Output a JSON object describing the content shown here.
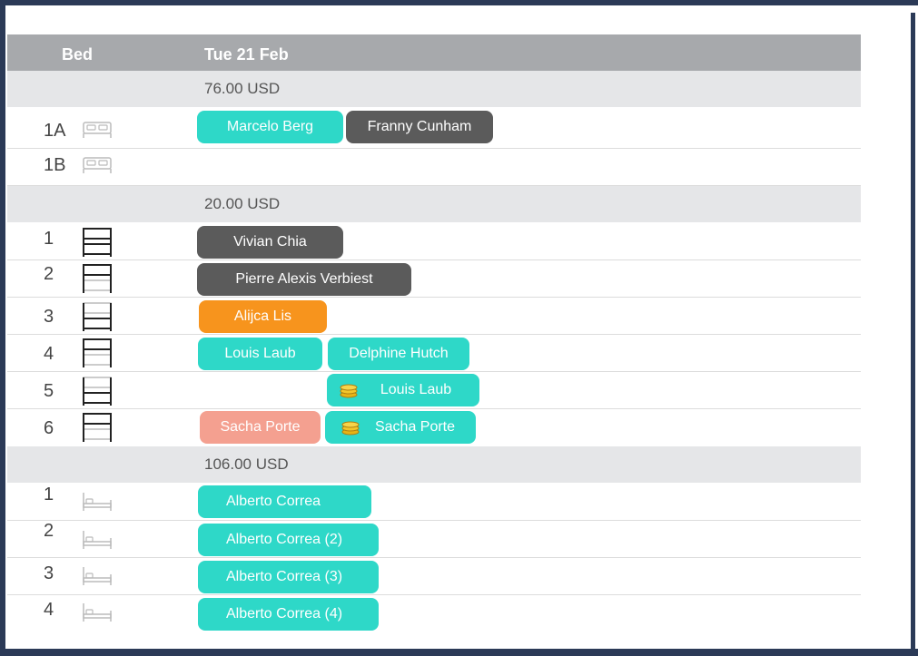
{
  "header": {
    "bed": "Bed",
    "date": "Tue 21 Feb"
  },
  "groups": [
    {
      "price": "76.00 USD"
    },
    {
      "price": "20.00 USD"
    },
    {
      "price": "106.00 USD"
    }
  ],
  "beds": {
    "g1": [
      "1A",
      "1B"
    ],
    "g2": [
      "1",
      "2",
      "3",
      "4",
      "5",
      "6"
    ],
    "g3": [
      "1",
      "2",
      "3",
      "4"
    ]
  },
  "bookings": {
    "b1": "Marcelo Berg",
    "b2": "Franny Cunham",
    "b3": "Vivian Chia",
    "b4": "Pierre Alexis Verbiest",
    "b5": "Alijca Lis",
    "b6": "Louis Laub",
    "b7": "Delphine Hutch",
    "b8": "Louis Laub",
    "b9": "Sacha Porte",
    "b10": "Sacha Porte",
    "b11": "Alberto Correa",
    "b12": "Alberto Correa (2)",
    "b13": "Alberto Correa (3)",
    "b14": "Alberto Correa (4)"
  },
  "colors": {
    "teal": "#2ed8c8",
    "dark": "#5b5b5b",
    "orange": "#f7941d",
    "salmon": "#f4a090",
    "header": "#a7a9ac"
  }
}
